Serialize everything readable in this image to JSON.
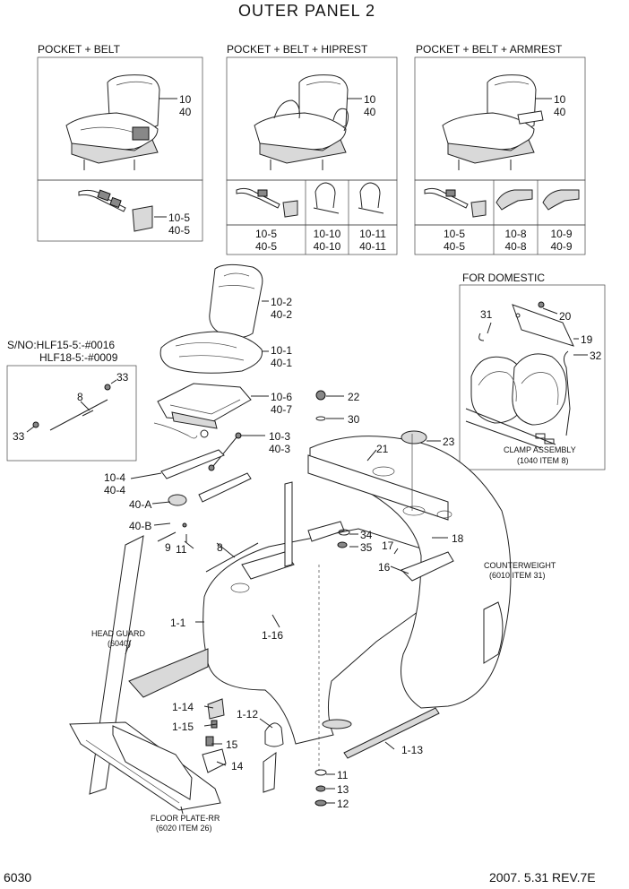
{
  "title": "OUTER PANEL 2",
  "page_number": "6030",
  "footer_date_rev": "2007. 5.31  REV.7E",
  "boxes": {
    "pocket_belt": {
      "header": "POCKET + BELT",
      "seat_refs": [
        "10",
        "40"
      ],
      "belt_refs": [
        "10-5",
        "40-5"
      ]
    },
    "hiprest": {
      "header": "POCKET + BELT + HIPREST",
      "seat_refs": [
        "10",
        "40"
      ],
      "cells": [
        [
          "10-5",
          "40-5"
        ],
        [
          "10-10",
          "40-10"
        ],
        [
          "10-11",
          "40-11"
        ]
      ]
    },
    "armrest": {
      "header": "POCKET + BELT + ARMREST",
      "seat_refs": [
        "10",
        "40"
      ],
      "cells": [
        [
          "10-5",
          "40-5"
        ],
        [
          "10-8",
          "40-8"
        ],
        [
          "10-9",
          "40-9"
        ]
      ]
    }
  },
  "serial_note": [
    "S/NO:HLF15-5:-#0016",
    "HLF18-5:-#0009"
  ],
  "domestic": {
    "header": "FOR DOMESTIC",
    "clamp": [
      "CLAMP ASSEMBLY",
      "(1040 ITEM 8)"
    ]
  },
  "notes": {
    "counterweight": [
      "COUNTERWEIGHT",
      "(6010 ITEM 31)"
    ],
    "head_guard": [
      "HEAD GUARD",
      "(6040)"
    ],
    "floor_plate": [
      "FLOOR PLATE-RR",
      "(6020 ITEM 26)"
    ]
  },
  "callouts": {
    "seat_back": [
      "10-2",
      "40-2"
    ],
    "seat_cushion": [
      "10-1",
      "40-1"
    ],
    "seat_frame": [
      "10-6",
      "40-7"
    ],
    "damper": [
      "10-3",
      "40-3"
    ],
    "slide_rail": [
      "10-4",
      "40-4"
    ],
    "c40a": "40-A",
    "c40b": "40-B",
    "c33a": "33",
    "c33b": "33",
    "c8a": "8",
    "c8b": "8",
    "c9": "9",
    "c11a": "11",
    "c22": "22",
    "c30": "30",
    "c21": "21",
    "c23": "23",
    "c34": "34",
    "c35": "35",
    "c17": "17",
    "c18": "18",
    "c16": "16",
    "c31": "31",
    "c20": "20",
    "c19": "19",
    "c32": "32",
    "c1_1": "1-1",
    "c1_16": "1-16",
    "c1_14": "1-14",
    "c1_15": "1-15",
    "c15": "15",
    "c14": "14",
    "c1_12": "1-12",
    "c1_13": "1-13",
    "c11b": "11",
    "c13": "13",
    "c12": "12"
  }
}
